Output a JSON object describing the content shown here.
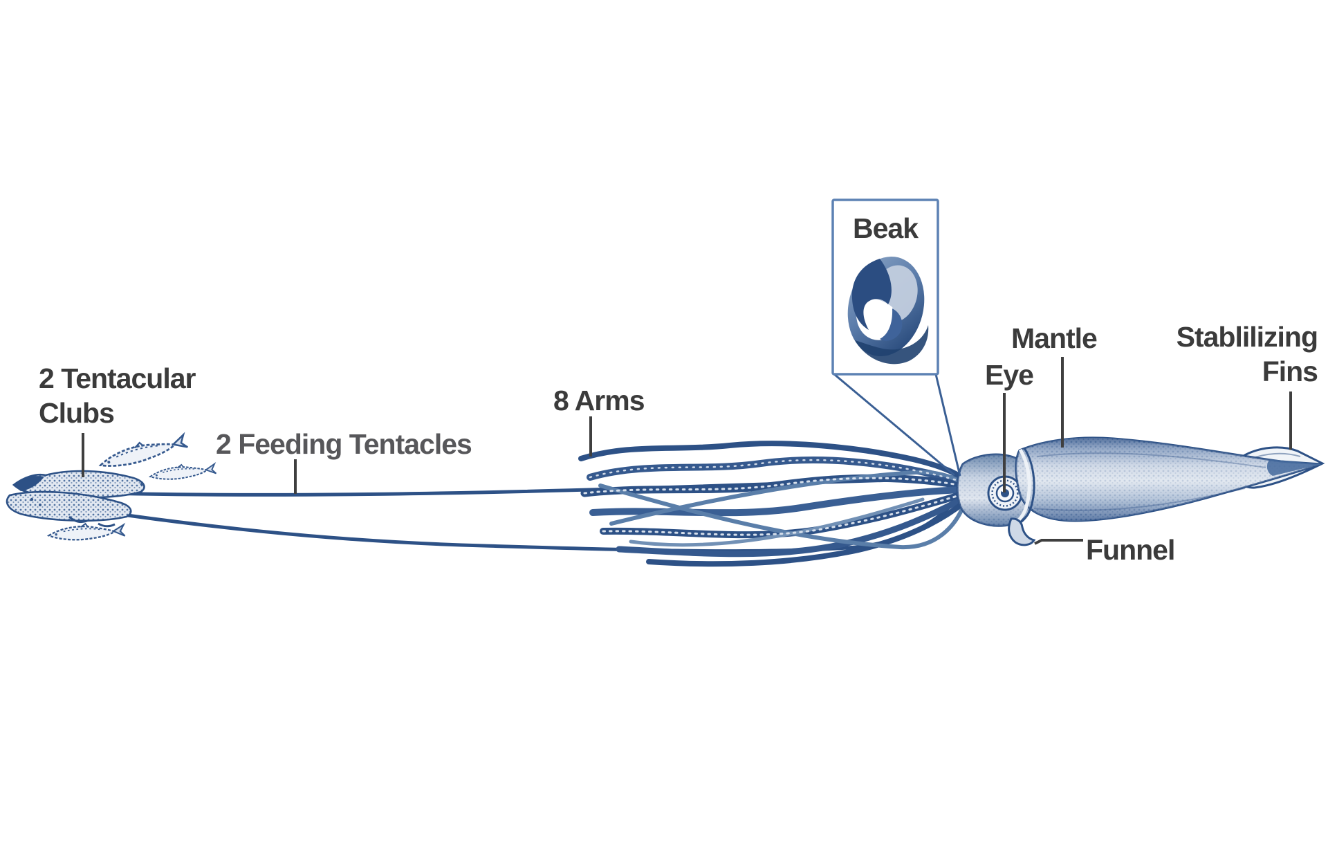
{
  "diagram": {
    "labels": {
      "tentacular_clubs": {
        "line1": "2 Tentacular",
        "line2": "Clubs"
      },
      "feeding_tentacles": "2 Feeding Tentacles",
      "arms": "8 Arms",
      "beak": "Beak",
      "eye": "Eye",
      "mantle": "Mantle",
      "stabilizing_fins": {
        "line1": "Stablilizing",
        "line2": "Fins"
      },
      "funnel": "Funnel"
    },
    "colors": {
      "ink_blue": "#2d5186",
      "label_gray": "#3b3b3b",
      "feeding_label_gray": "#57575a",
      "beak_box_border": "#5d82b4",
      "background": "#ffffff"
    }
  }
}
